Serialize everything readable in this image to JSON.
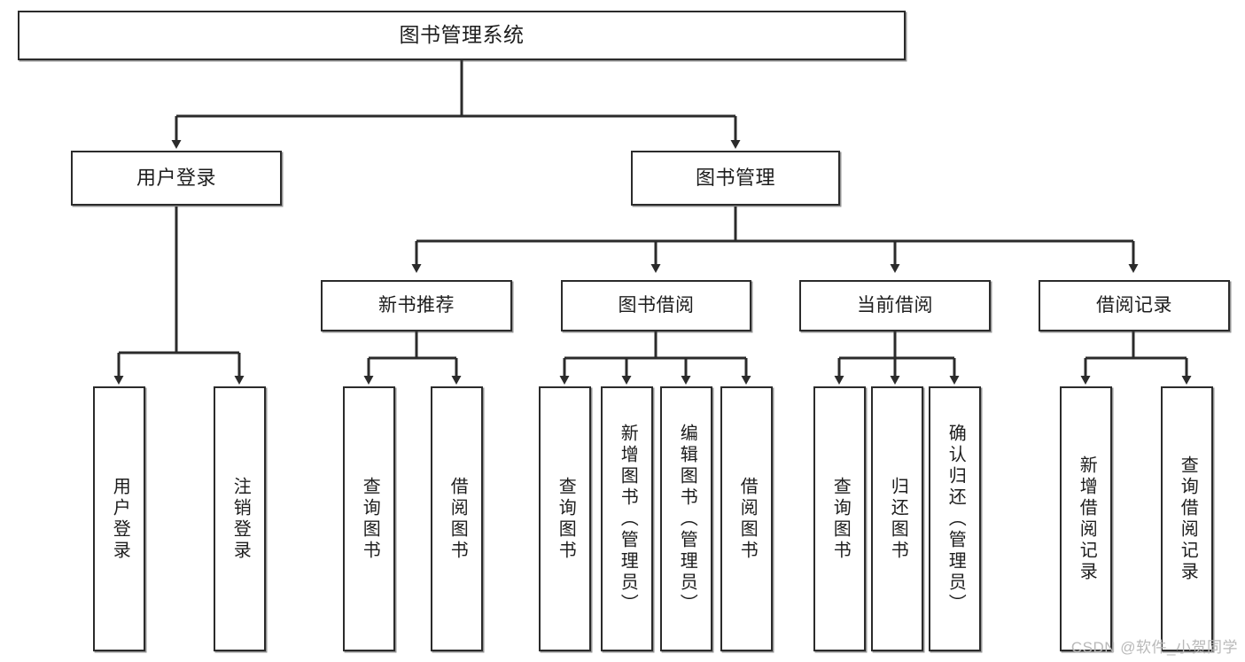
{
  "diagram": {
    "title": "图书管理系统",
    "type": "tree-hierarchy",
    "orientation": "top-down",
    "edge_style": "orthogonal-with-arrowheads",
    "colors": {
      "node_border": "#2b2b2b",
      "node_fill": "#ffffff",
      "edge": "#2b2b2b",
      "watermark": "#b9b9b9",
      "background": "#ffffff"
    },
    "root": {
      "id": "root",
      "label": "图书管理系统"
    },
    "level1": [
      {
        "id": "user-login",
        "label": "用户登录"
      },
      {
        "id": "book-manage",
        "label": "图书管理"
      }
    ],
    "level2": [
      {
        "id": "new-book-rec",
        "label": "新书推荐"
      },
      {
        "id": "book-borrow",
        "label": "图书借阅"
      },
      {
        "id": "current-borrow",
        "label": "当前借阅"
      },
      {
        "id": "borrow-record",
        "label": "借阅记录"
      }
    ],
    "leaves": {
      "user_login": [
        {
          "id": "leaf-user-login",
          "label": "用户登录"
        },
        {
          "id": "leaf-logout",
          "label": "注销登录"
        }
      ],
      "new_book_rec": [
        {
          "id": "leaf-query-book-1",
          "label": "查询图书"
        },
        {
          "id": "leaf-borrow-book-1",
          "label": "借阅图书"
        }
      ],
      "book_borrow": [
        {
          "id": "leaf-query-book-2",
          "label": "查询图书"
        },
        {
          "id": "leaf-add-book",
          "label": "新增图书（管理员）"
        },
        {
          "id": "leaf-edit-book",
          "label": "编辑图书（管理员）"
        },
        {
          "id": "leaf-borrow-book-2",
          "label": "借阅图书"
        }
      ],
      "current_borrow": [
        {
          "id": "leaf-query-book-3",
          "label": "查询图书"
        },
        {
          "id": "leaf-return-book",
          "label": "归还图书"
        },
        {
          "id": "leaf-confirm-return",
          "label": "确认归还（管理员）"
        }
      ],
      "borrow_record": [
        {
          "id": "leaf-add-record",
          "label": "新增借阅记录"
        },
        {
          "id": "leaf-query-record",
          "label": "查询借阅记录"
        }
      ]
    }
  },
  "watermark": {
    "text": "CSDN @软件_小贺同学"
  }
}
